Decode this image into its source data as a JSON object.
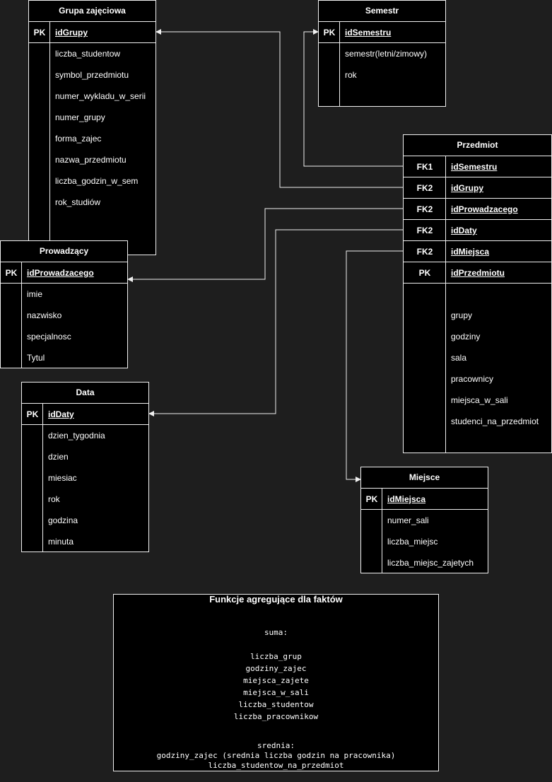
{
  "tables": {
    "grupa": {
      "title": "Grupa zajęciowa",
      "pk_label": "PK",
      "pk_field": "idGrupy",
      "fields": [
        "liczba_studentow",
        "symbol_przedmiotu",
        "numer_wykladu_w_serii",
        "numer_grupy",
        "forma_zajec",
        "nazwa_przedmiotu",
        "liczba_godzin_w_sem",
        "rok_studiów"
      ]
    },
    "semestr": {
      "title": "Semestr",
      "pk_label": "PK",
      "pk_field": "idSemestru",
      "fields": [
        "semestr(letni/zimowy)",
        "rok"
      ]
    },
    "przedmiot": {
      "title": "Przedmiot",
      "keys": [
        {
          "label": "FK1",
          "field": "idSemestru"
        },
        {
          "label": "FK2",
          "field": "idGrupy"
        },
        {
          "label": "FK2",
          "field": "idProwadzacego"
        },
        {
          "label": "FK2",
          "field": "idDaty"
        },
        {
          "label": "FK2",
          "field": "idMiejsca"
        },
        {
          "label": "PK",
          "field": "idPrzedmiotu"
        }
      ],
      "fields": [
        "grupy",
        "godziny",
        "sala",
        "pracownicy",
        "miejsca_w_sali",
        "studenci_na_przedmiot"
      ]
    },
    "prowadzacy": {
      "title": "Prowadzący",
      "pk_label": "PK",
      "pk_field": "idProwadzacego",
      "fields": [
        "imie",
        "nazwisko",
        "specjalnosc",
        "Tytul"
      ]
    },
    "data": {
      "title": "Data",
      "pk_label": "PK",
      "pk_field": "idDaty",
      "fields": [
        "dzien_tygodnia",
        "dzien",
        "miesiac",
        "rok",
        "godzina",
        "minuta"
      ]
    },
    "miejsce": {
      "title": "Miejsce",
      "pk_label": "PK",
      "pk_field": "idMiejsca",
      "fields": [
        "numer_sali",
        "liczba_miejsc",
        "liczba_miejsc_zajetych"
      ]
    }
  },
  "note": {
    "title": "Funkcje agregujące dla faktów",
    "suma_label": "suma:",
    "suma_items": [
      "liczba_grup",
      "godziny_zajec",
      "miejsca_zajete",
      "miejsca_w_sali",
      "liczba_studentow",
      "liczba_pracownikow"
    ],
    "srednia_label": "srednia:",
    "srednia_items": [
      "godziny_zajec (srednia liczba godzin na pracownika)",
      "liczba_studentow_na_przedmiot"
    ]
  },
  "colors": {
    "background": "#1e1e1e",
    "entity_fill": "#000000",
    "stroke": "#f0f0f0"
  }
}
